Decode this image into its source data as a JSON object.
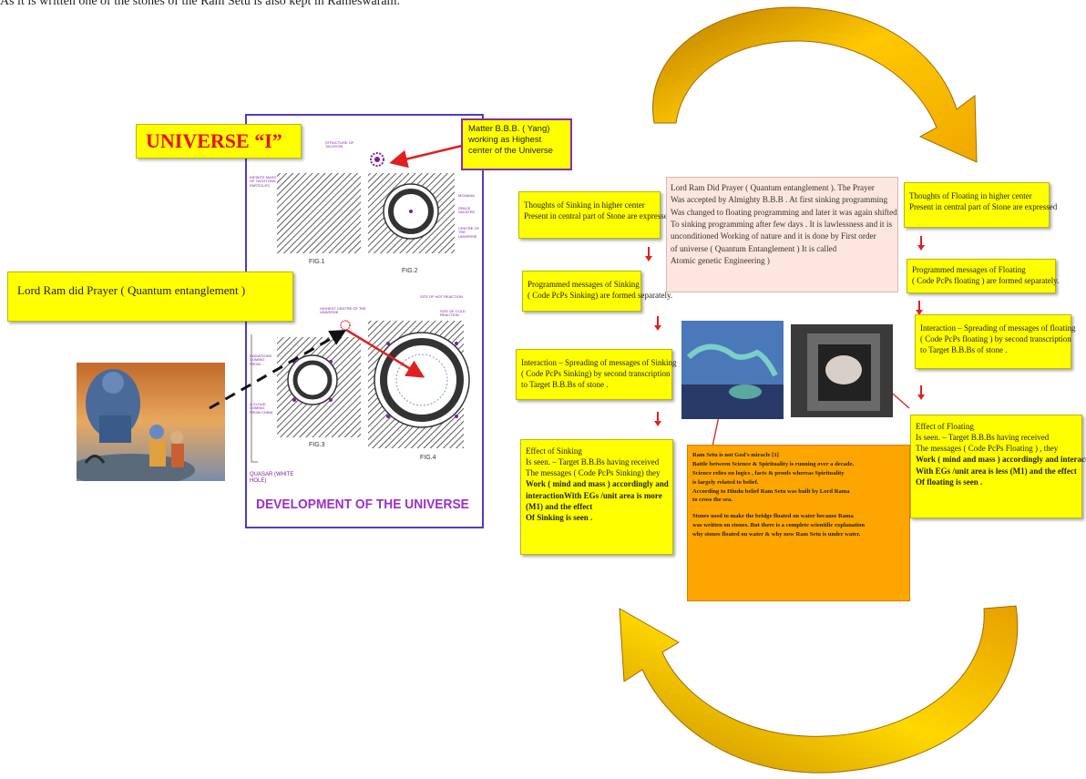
{
  "top_text": "As it is written one of the stones of the Ram Setu is also kept in Rameswaram.",
  "universe_title": "UNIVERSE “I”",
  "matter_box": [
    "Matter B.B.B. ( Yang)",
    "working as Highest",
    "center of the Universe"
  ],
  "prayer_box": "Lord Ram did Prayer ( Quantum entanglement )",
  "poster": {
    "title": "DEVELOPMENT OF THE UNIVERSE",
    "fig_labels": [
      "FIG.1",
      "FIG.2",
      "FIG.3",
      "FIG.4"
    ],
    "labels": {
      "tachyon": "STRUCTURE OF TACHYON",
      "infinite_mass": "INFINITE MASS OF TACHYONS PARTICLES",
      "mcmana": "MCMANA",
      "space_vacated": "SPACE VACATED",
      "centre": "CENTRE OF THE UNIVERSE",
      "highest_centre": "HIGHEST CENTRE OF THE UNIVERSE",
      "hot_reaction": "SITE OF HOT REACTION",
      "cold_reaction": "SITE OF COLD REACTION",
      "radiations": "RADIATIONS COMING FROM ...",
      "cloud": "A CLOUD COMING FROM CHINA",
      "quasar": "QUASAR (WHITE HOLE)"
    }
  },
  "left_column": [
    [
      "Thoughts of Sinking in higher center",
      "Present in central part of Stone  are expressed"
    ],
    [
      "Programmed messages of Sinking",
      "( Code PcPs Sinking) are formed  separately."
    ],
    [
      "Interaction – Spreading of  messages of Sinking",
      "( Code PcPs Sinking) by  second transcription",
      "to Target B.B.Bs of  stone ."
    ],
    [
      "Effect  of Sinking",
      "Is seen. – Target B.B.Bs having received",
      "The messages ( Code PcPs Sinking) they",
      "Work ( mind and mass ) accordingly and",
      "interactionWith EGs /unit area is more",
      "(M1) and the  effect",
      "Of Sinking is seen ."
    ]
  ],
  "right_column": [
    [
      "Thoughts of Floating  in higher center",
      "Present in central part of Stone  are expressed"
    ],
    [
      "Programmed messages of  Floating",
      "( Code PcPs  floating ) are formed  separately."
    ],
    [
      "Interaction – Spreading of  messages of floating",
      "( Code PcPs  floating ) by  second transcription",
      "to Target B.B.Bs of  stone ."
    ],
    [
      "Effect  of Floating",
      "Is seen. – Target B.B.Bs having received",
      "The messages ( Code PcPs  Floating ) , they",
      "Work ( mind and mass ) accordingly and  interaction",
      "With EGs /unit area is less  (M1) and the  effect",
      "Of floating  is seen ."
    ]
  ],
  "pink_box": [
    "Lord Ram Did Prayer ( Quantum entanglement ).  The Prayer",
    "Was accepted by Almighty B.B.B . At first sinking programming",
    "Was changed to floating programming and later it was again shifted",
    "To sinking programming after few days  . It is lawlessness and it is",
    " unconditioned Working of nature and it is done by First order",
    "of universe ( Quantum Entanglement ) It is called",
    "Atomic genetic Engineering )"
  ],
  "orange_box": [
    "Ram Setu is not God's miracle [1]",
    "Battle between Science & Spirituality is running over a decade.",
    "Science relies on logics , facts & proofs whereas Spirituality",
    "is largely related to belief.",
    "According to Hindu belief Ram Setu was built by Lord Rama",
    "to cross the sea.",
    "",
    "Stones used to make the bridge floated on water because Rama",
    "was written on stones. But there is a complete scientific explanation",
    "why stones floated on water & why now Ram Setu is under water."
  ],
  "colors": {
    "yellow_box": "#ffff00",
    "pink_box": "#fde6de",
    "orange_box": "#ffa500",
    "cycle_arrow": "#f0b400",
    "red_title": "#e8101a",
    "poster_border": "#4c3cc8",
    "poster_title": "#9b2fc8"
  }
}
